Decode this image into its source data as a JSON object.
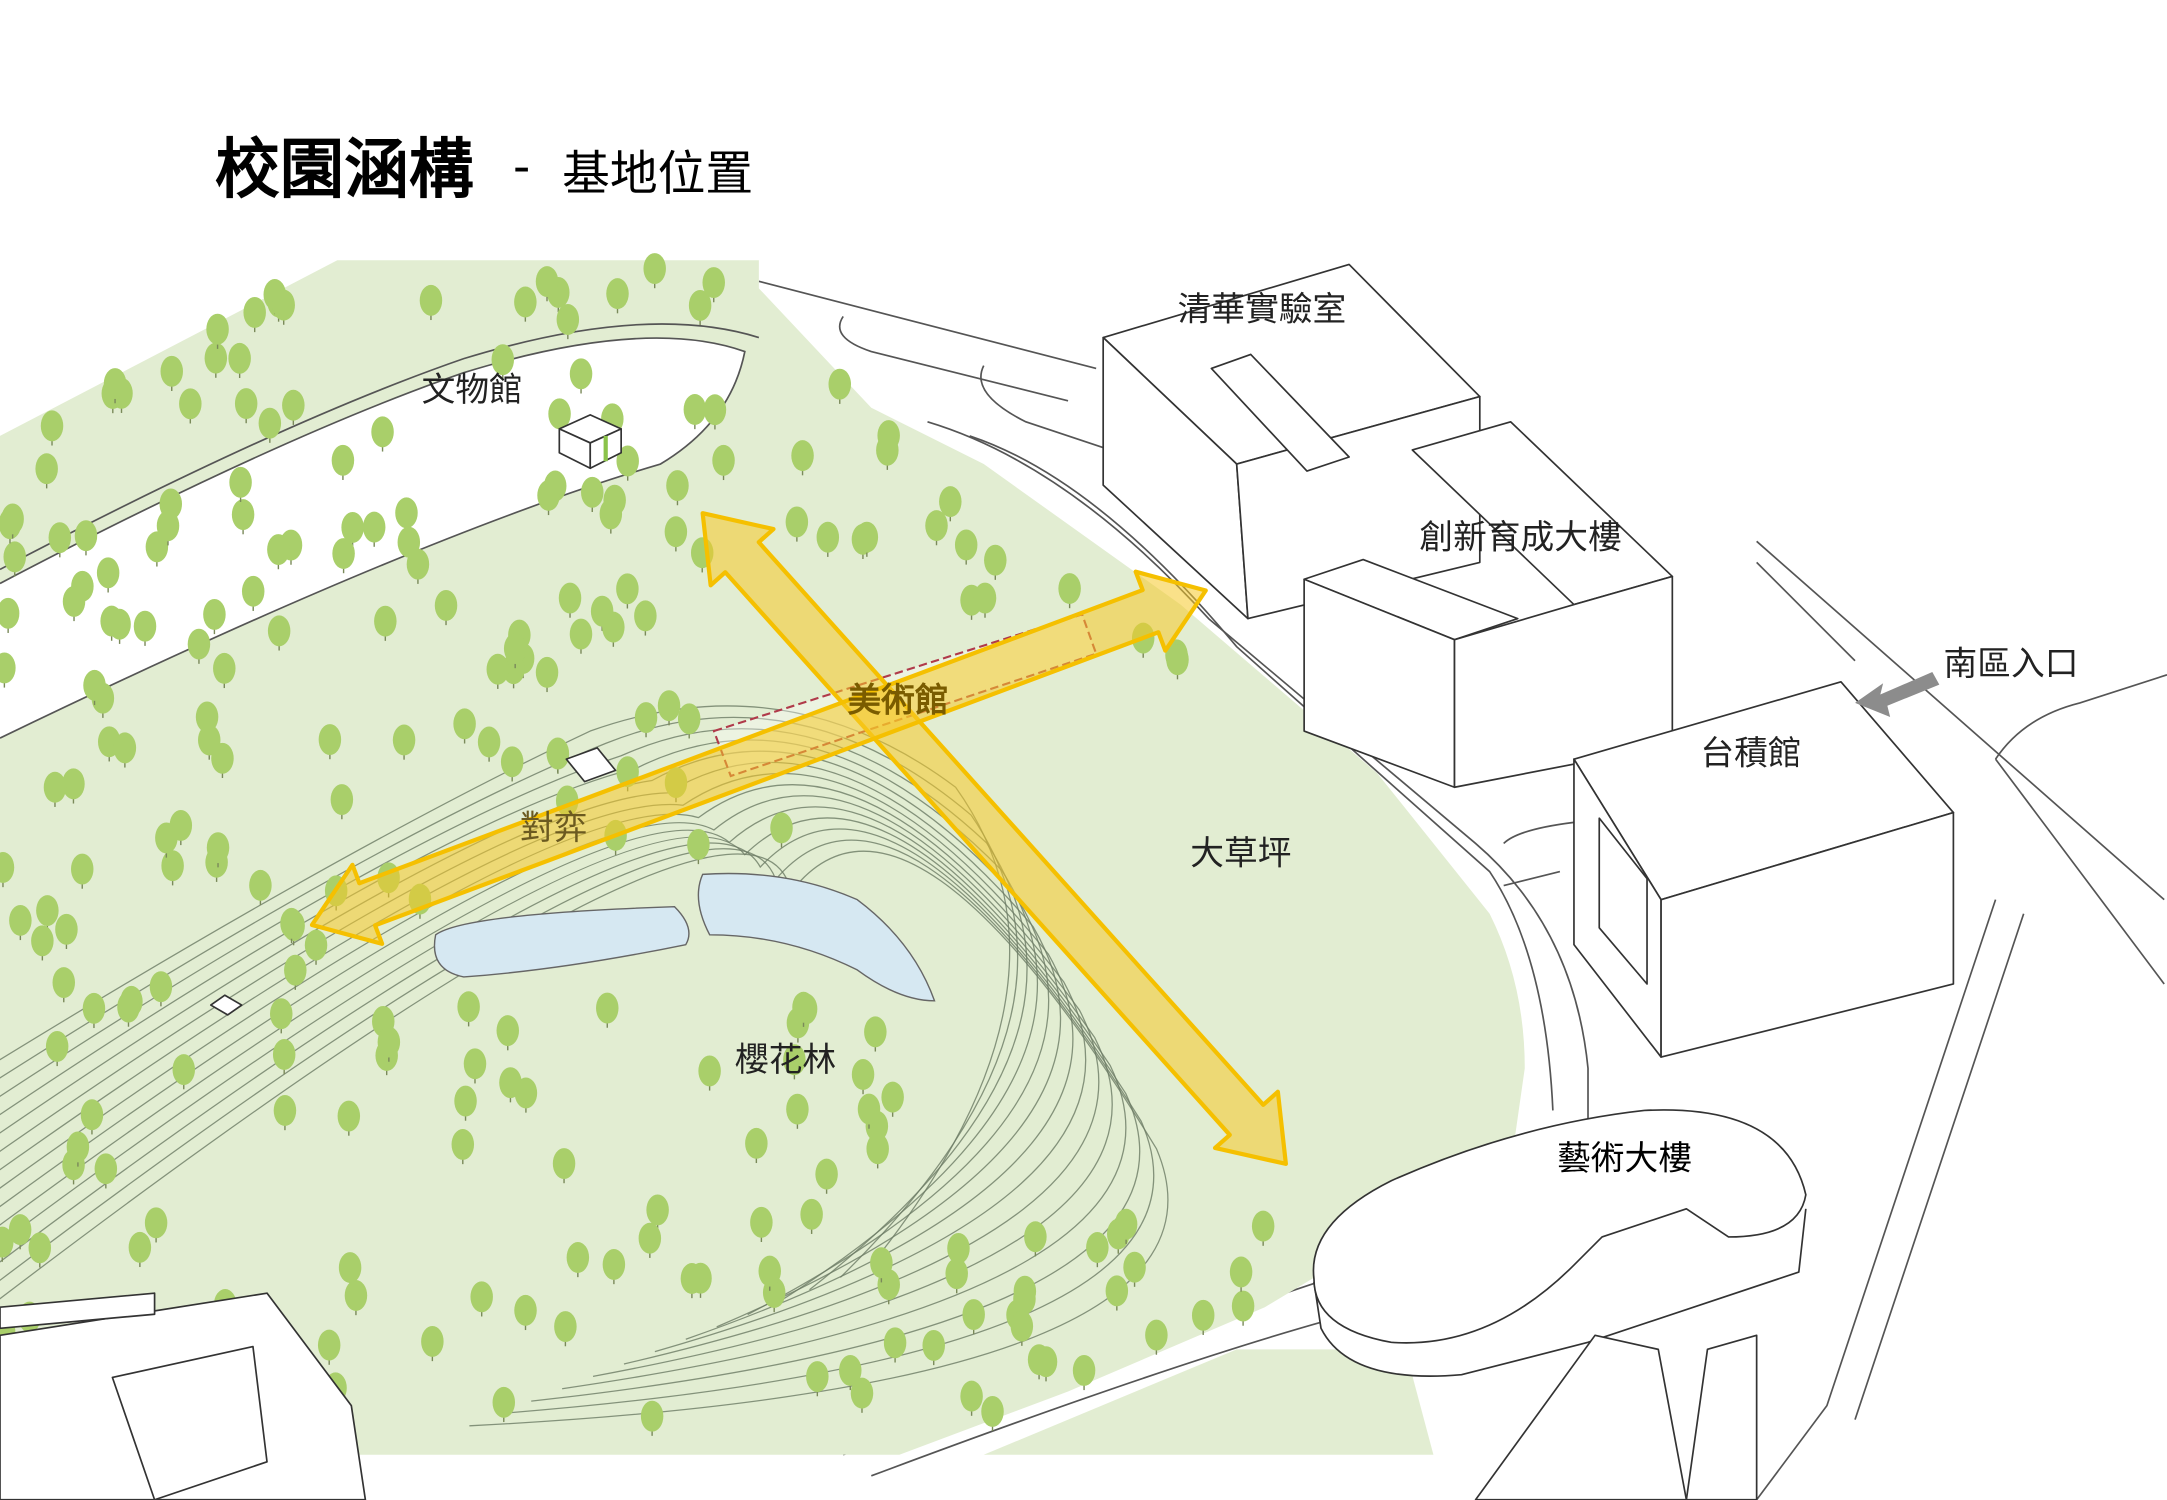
{
  "header": {
    "title": "校園涵構",
    "separator": "-",
    "subtitle": "基地位置"
  },
  "labels": {
    "museum_relics": "文物館",
    "tsinghua_lab": "清華實驗室",
    "innovation_building": "創新育成大樓",
    "south_entrance": "南區入口",
    "tsmc_hall": "台積館",
    "art_museum": "美術館",
    "chess_area": "對弈",
    "great_lawn": "大草坪",
    "cherry_forest": "櫻花林",
    "arts_building": "藝術大樓"
  },
  "colors": {
    "park": "#e2edd2",
    "tree": "#a9cf6a",
    "pond": "#d6e8f2",
    "axis_arrow": "#f5c000",
    "entrance_arrow": "#8c8c8c",
    "site_outline": "#b03a4a"
  }
}
